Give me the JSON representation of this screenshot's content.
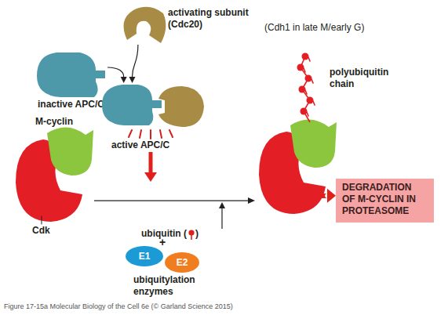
{
  "diagram": {
    "caption": "Figure 17-15a Molecular Biology of the Cell 6e (© Garland Science 2015)",
    "nodes": [
      {
        "text": [
          "activating subunit (Cdc20)"
        ]
      },
      {
        "text": [
          "inactive APC/C"
        ]
      },
      {
        "text": [
          "active APC/C"
        ]
      },
      {
        "text": [
          "M-cyclin",
          "Cdk"
        ]
      },
      {
        "text": [
          "polyubiquitin chain"
        ]
      },
      {
        "text": [
          "DEGRADATION OF M-CYCLIN IN PROTEASOME"
        ]
      },
      {
        "text": [
          "E1"
        ]
      },
      {
        "text": [
          "E2"
        ]
      }
    ],
    "edges": [
      {
        "from": 0,
        "to": 2,
        "arrow": "to"
      },
      {
        "from": 1,
        "to": 2,
        "arrow": "to"
      },
      {
        "from": 3,
        "to": 4,
        "arrow": "to"
      },
      {
        "from": 4,
        "to": 5,
        "arrow": "to"
      }
    ],
    "labels": [
      "(Cdh1 in late M/early G)",
      "ubiquitin (",
      ")",
      "+",
      "ubiquitylation enzymes"
    ]
  }
}
